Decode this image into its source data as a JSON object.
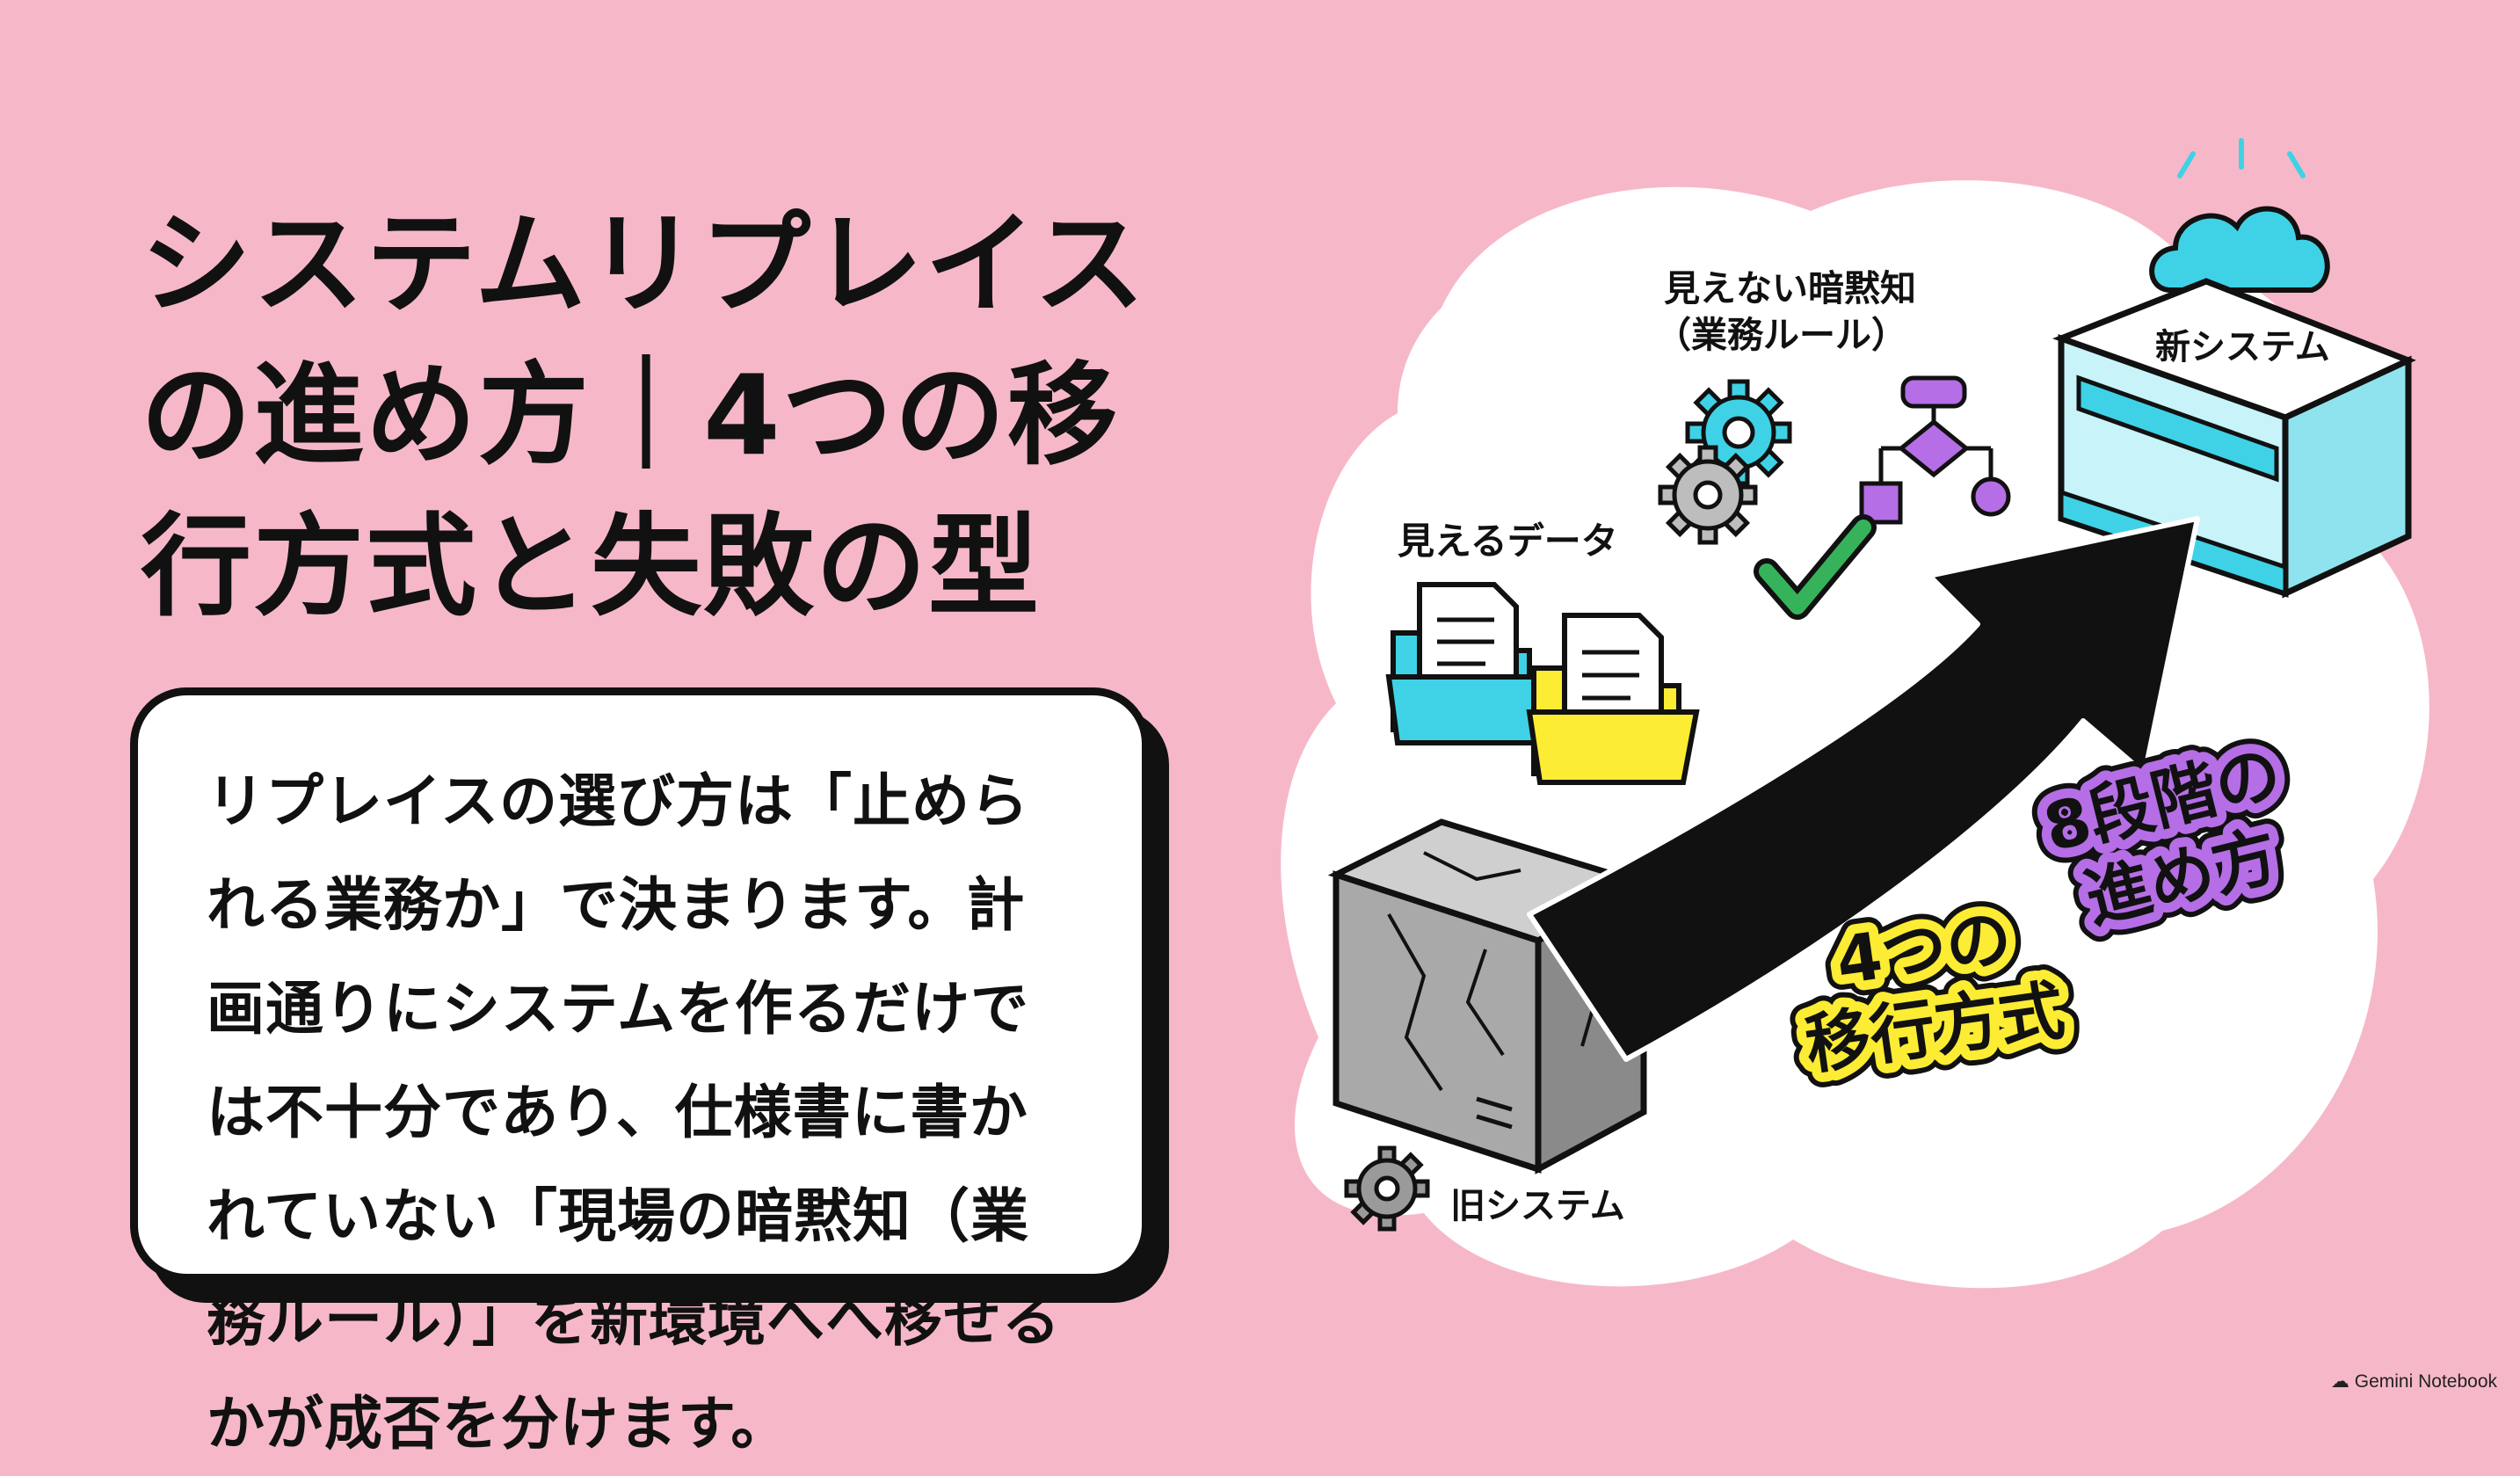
{
  "title": "システムリプレイスの進め方｜4つの移行方式と失敗の型",
  "body_text": "リプレイスの選び方は「止められる業務か」で決まります。計画通りにシステムを作るだけでは不十分であり、仕様書に書かれていない「現場の暗黙知（業務ルール）」を新環境へへ移せるかが成否を分けます。",
  "diagram": {
    "visible_data_label": "見えるデータ",
    "tacit_knowledge_label_line1": "見えない暗黙知",
    "tacit_knowledge_label_line2": "（業務ルール）",
    "new_system_label": "新システム",
    "old_system_label": "旧システム",
    "badge_four_methods_line1": "4つの",
    "badge_four_methods_line2": "移行方式",
    "badge_eight_steps_line1": "8段階の",
    "badge_eight_steps_line2": "進め方"
  },
  "footer": "Gemini Notebook",
  "colors": {
    "background": "#f6b8c8",
    "cyan": "#3fd2e6",
    "yellow": "#fcec33",
    "purple": "#b56ee6",
    "green": "#36b35a",
    "gray": "#a9a9a9"
  },
  "icons": [
    "document-folder-icon",
    "gear-icon",
    "flowchart-icon",
    "checkmark-icon",
    "cloud-icon",
    "server-icon",
    "cracked-stone-block-icon"
  ]
}
